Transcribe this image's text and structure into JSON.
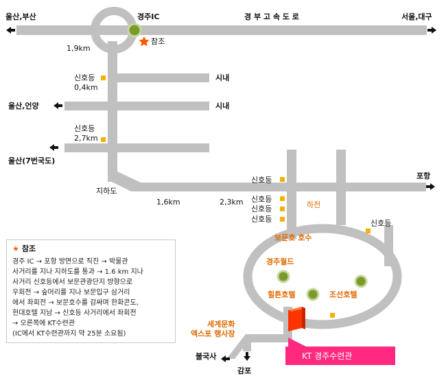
{
  "colors": {
    "road": "#c0c0c0",
    "accent_orange": "#e06a00",
    "star": "#ff5a00",
    "signal": "#f3b200",
    "ic_marker": "#7a9a2a",
    "highlight_pink": "#ff2a80",
    "building": "#ff3300"
  },
  "map": {
    "labels": {
      "ulsan_busan": "울산,부산",
      "gyeongju_ic": "경주IC",
      "expressway": "경 부 고 속 도 로",
      "seoul_daegu": "서울,대구",
      "star_ref": "참조",
      "dist_1_9": "1,9km",
      "signal_1": "신호등",
      "dist_0_4": "0,4km",
      "downtown_1": "시내",
      "ulsan_eonyang": "울산,언양",
      "downtown_2": "시내",
      "signal_2": "신호등",
      "dist_2_7": "2,7km",
      "ulsan_route7": "울산(7번국도)",
      "pohang": "포항",
      "underpass": "지하도",
      "signal_3": "신호등",
      "dist_1_6": "1,6km",
      "dist_2_3": "2,3km",
      "signal_4": "신호등",
      "signal_5": "신호등",
      "signal_6": "신호등",
      "hacheon": "하천",
      "signal_7": "신호등",
      "bomun_lake": "보문호 호수",
      "gyeongju_world": "경주월드",
      "hilton": "힐튼호텔",
      "chosun": "조선호텔",
      "expo_line1": "세계문화",
      "expo_line2": "엑스포 행사장",
      "bulguksa": "불국사",
      "gampo": "감포",
      "kt_center": "KT 경주수련관"
    }
  },
  "note": {
    "title": "참조",
    "lines": [
      "경주 IC → 포항 방면으로 직진 → 박물관",
      "사거리를 지나 지하도를 통과 → 1.6 km 지나",
      "사거리 신호등에서 보문관광단지 방향으로",
      "우회전 → 숲머리를 지나 보문입구 삼거리",
      "에서 좌회전 → 보문호수를 감싸며 한화콘도,",
      "현대호텔 지남 → 신호등 사거리에서 좌회전",
      "→ 오른쪽에 KT수련관",
      "(IC에서 KT수련관까지 약 25분 소요됨)"
    ]
  }
}
